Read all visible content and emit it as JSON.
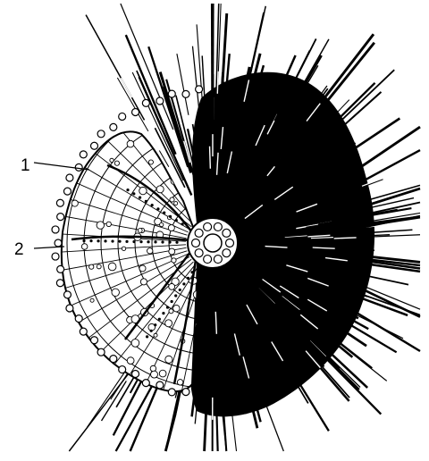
{
  "labels": [
    {
      "id": "label-1",
      "text": "1"
    },
    {
      "id": "label-2",
      "text": "2"
    }
  ],
  "colors": {
    "ink": "#000000",
    "paper": "#ffffff"
  }
}
